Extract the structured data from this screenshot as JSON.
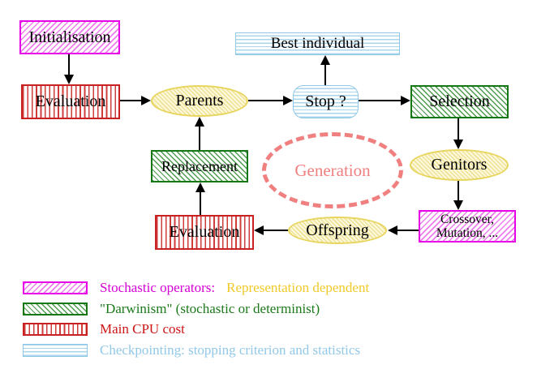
{
  "diagram": {
    "nodes": {
      "initialisation": "Initialisation",
      "evaluation_top": "Evaluation",
      "parents": "Parents",
      "best_individual": "Best individual",
      "stop": "Stop ?",
      "selection": "Selection",
      "replacement": "Replacement",
      "generation": "Generation",
      "genitors": "Genitors",
      "crossover_line1": "Crossover,",
      "crossover_line2": "Mutation, ...",
      "offspring": "Offspring",
      "evaluation_bottom": "Evaluation"
    },
    "legend": {
      "stochastic": "Stochastic operators:",
      "stochastic_suffix": "Representation dependent",
      "darwinism": "\"Darwinism\" (stochastic or determinist)",
      "cpu": "Main CPU cost",
      "checkpointing": "Checkpointing: stopping criterion and statistics"
    },
    "colors": {
      "magenta": "#e600e6",
      "green": "#157815",
      "red": "#c92121",
      "cyan": "#8fc8e6",
      "yellow": "#e7d55e",
      "salmon": "#f08080",
      "gold_text": "#f0ca29",
      "arrow": "#000000",
      "background": "#ffffff"
    }
  }
}
